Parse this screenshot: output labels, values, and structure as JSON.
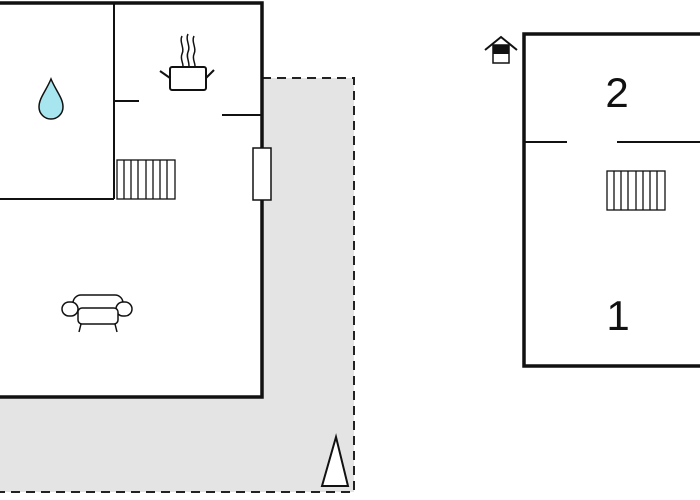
{
  "floor_plan": {
    "rooms": [
      {
        "name": "bathroom",
        "icon": "water-drop-icon"
      },
      {
        "name": "kitchen",
        "icon": "cooking-pot-icon"
      },
      {
        "name": "living-room",
        "icon": "sofa-icon"
      },
      {
        "name": "terrace",
        "icon": "terrace-marker-icon"
      }
    ],
    "annex": {
      "icon": "house-icon",
      "room_labels": [
        "2",
        "1"
      ]
    },
    "colors": {
      "wall": "#111111",
      "terrace_fill": "#e4e4e4",
      "water": "#a8e6ef",
      "background": "#ffffff"
    }
  }
}
